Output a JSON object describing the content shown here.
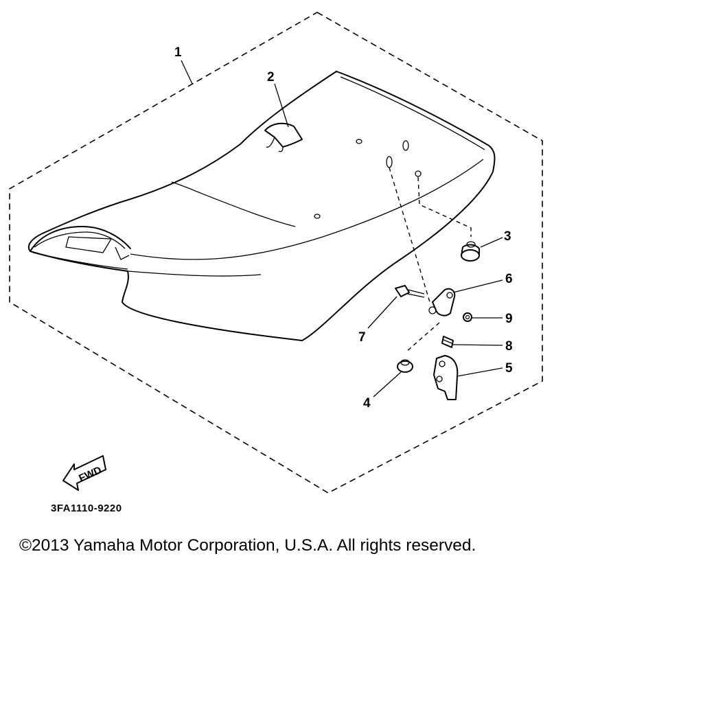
{
  "callouts": {
    "c1": "1",
    "c2": "2",
    "c3": "3",
    "c4": "4",
    "c5": "5",
    "c6": "6",
    "c7": "7",
    "c8": "8",
    "c9": "9"
  },
  "fwd_label": "FWD",
  "drawing_code": "3FA1110-9220",
  "copyright": "©2013 Yamaha Motor Corporation, U.S.A. All rights reserved."
}
